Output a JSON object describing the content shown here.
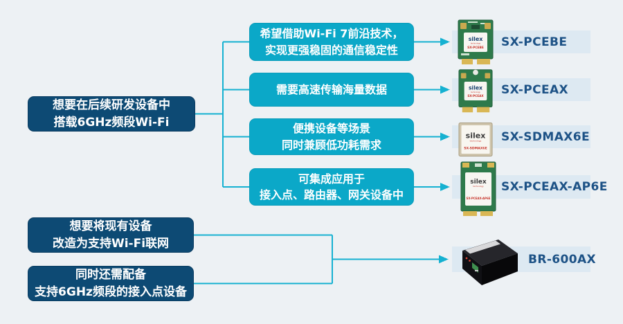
{
  "colors": {
    "background": "#edf1f4",
    "navy_box": "#0d4a74",
    "teal_box": "#0ba8c8",
    "connector_line": "#15b1d1",
    "product_band": "#dde9f2",
    "product_name_text": "#1d5286",
    "box_text": "#ffffff",
    "board_code_red": "#c8372d",
    "pcb_green": "#2e7a4b",
    "device_black": "#141417"
  },
  "top_flow": {
    "source_box": {
      "line1": "想要在后续研发设备中",
      "line2": "搭载6GHz频段Wi-Fi"
    },
    "branches": [
      {
        "need_line1": "希望借助Wi-Fi 7前沿技术，",
        "need_line2": "实现更强稳固的通信稳定性",
        "product_name": "SX-PCEBE",
        "board_brand": "silex",
        "board_sub": "technology",
        "board_code": "SX-PCEBE"
      },
      {
        "need_line1": "需要高速传输海量数据",
        "need_line2": "",
        "product_name": "SX-PCEAX",
        "board_brand": "silex",
        "board_sub": "technology",
        "board_code": "SX-PCEAX"
      },
      {
        "need_line1": "便携设备等场景",
        "need_line2": "同时兼顾低功耗需求",
        "product_name": "SX-SDMAX6E",
        "board_brand": "silex",
        "board_sub": "technology",
        "board_code": "SX-SDMAX6E"
      },
      {
        "need_line1": "可集成应用于",
        "need_line2": "接入点、路由器、网关设备中",
        "product_name": "SX-PCEAX-AP6E",
        "board_brand": "silex",
        "board_sub": "technology",
        "board_code": "SX-PCEAX-AP6E"
      }
    ]
  },
  "bottom_flow": {
    "source_boxes": [
      {
        "line1": "想要将现有设备",
        "line2": "改造为支持Wi-Fi联网"
      },
      {
        "line1": "同时还需配备",
        "line2": "支持6GHz频段的接入点设备"
      }
    ],
    "product_name": "BR-600AX"
  }
}
